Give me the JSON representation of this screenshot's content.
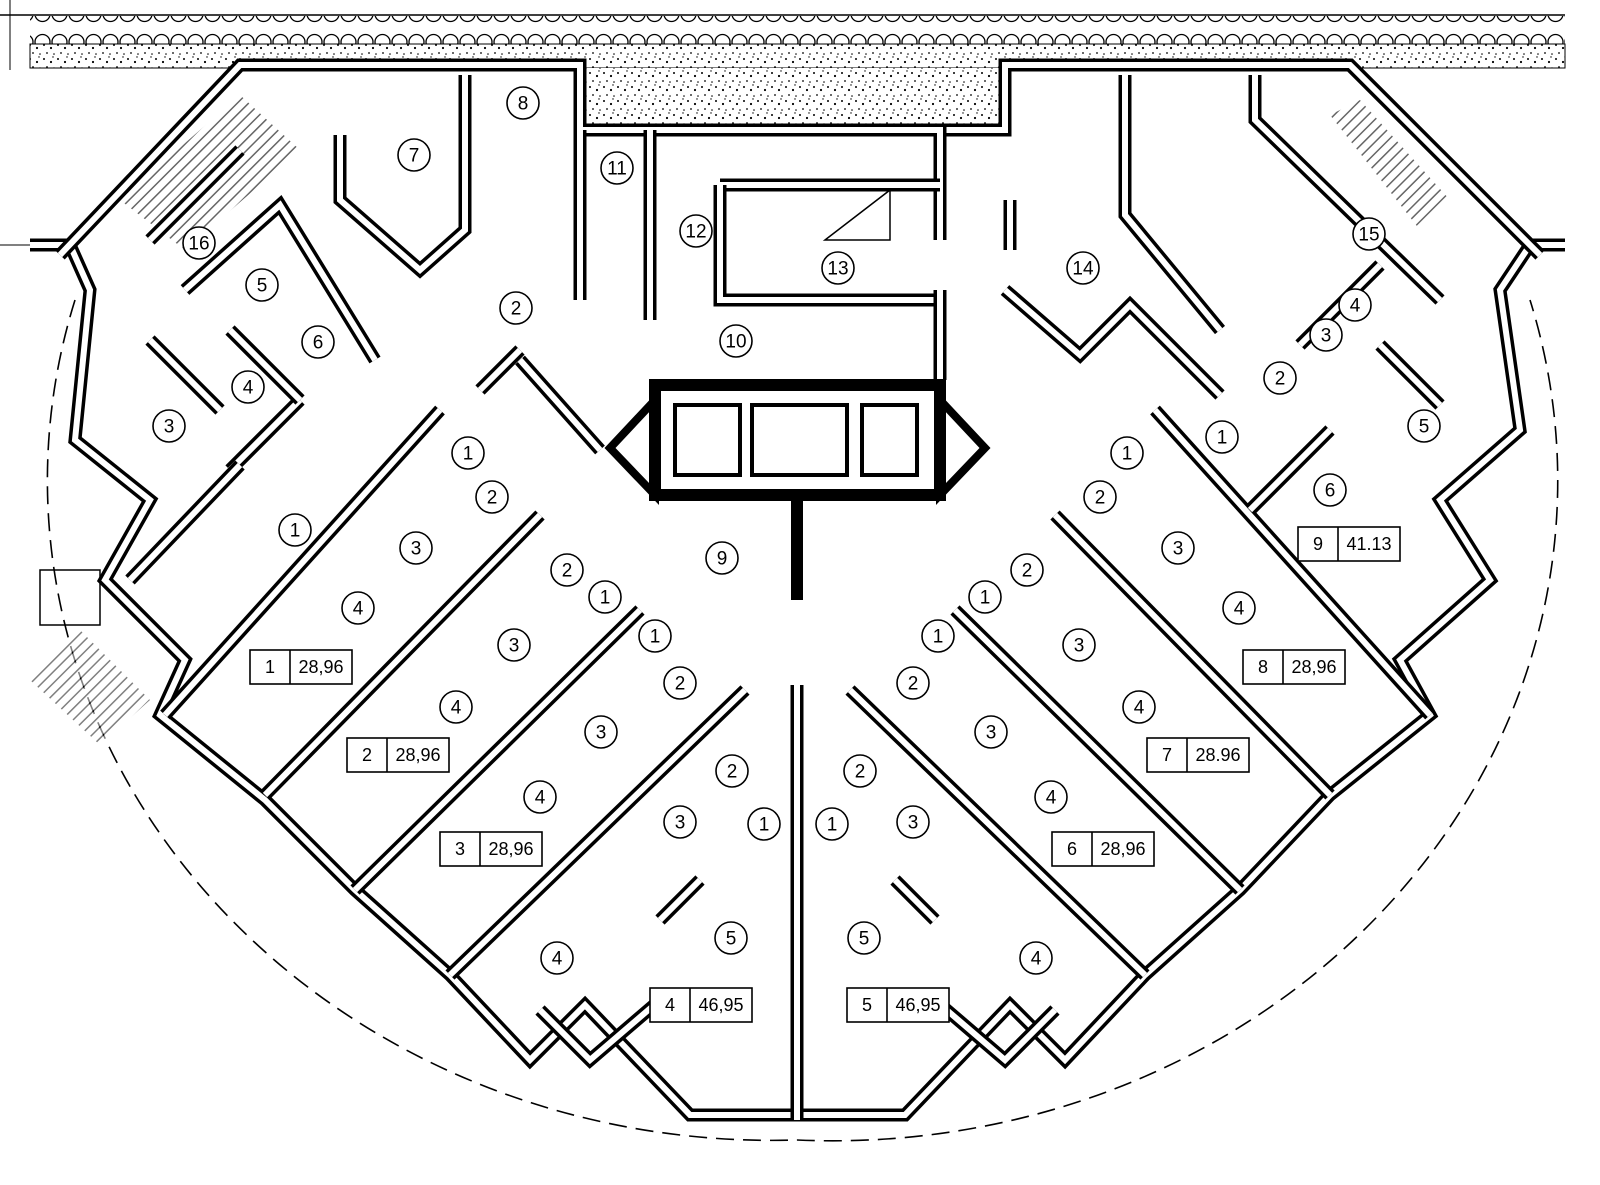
{
  "plan": {
    "rooms": [
      "8",
      "7",
      "11",
      "12",
      "13",
      "14",
      "15",
      "16",
      "5",
      "6",
      "2",
      "10",
      "4",
      "3",
      "1",
      "9",
      "4",
      "1",
      "2",
      "3",
      "2",
      "1",
      "3",
      "4",
      "1",
      "2",
      "3",
      "4",
      "2",
      "3",
      "1",
      "4",
      "5",
      "1",
      "2",
      "3",
      "5",
      "4",
      "1",
      "2",
      "3",
      "4",
      "1",
      "2",
      "3",
      "4",
      "1",
      "2",
      "3",
      "4",
      "1",
      "6",
      "5",
      "2",
      "3",
      "4"
    ],
    "apartments": [
      {
        "number": "1",
        "area": "28,96"
      },
      {
        "number": "2",
        "area": "28,96"
      },
      {
        "number": "3",
        "area": "28,96"
      },
      {
        "number": "4",
        "area": "46,95"
      },
      {
        "number": "5",
        "area": "46,95"
      },
      {
        "number": "6",
        "area": "28,96"
      },
      {
        "number": "7",
        "area": "28.96"
      },
      {
        "number": "8",
        "area": "28,96"
      },
      {
        "number": "9",
        "area": "41.13"
      }
    ]
  }
}
